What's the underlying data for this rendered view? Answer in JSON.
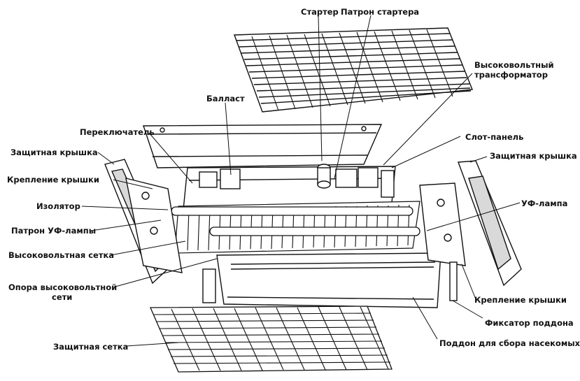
{
  "labels": {
    "starter": "Стартер",
    "starter_socket": "Патрон стартера",
    "hv_transformer_1": "Высоковольтный",
    "hv_transformer_2": "трансформатор",
    "ballast": "Балласт",
    "switch": "Переключатель",
    "slot_panel": "Слот-панель",
    "cover_left": "Защитная крышка",
    "cover_right": "Защитная крышка",
    "cover_mount_left": "Крепление крышки",
    "insulator": "Изолятор",
    "uv_lamp": "УФ-лампа",
    "uv_lamp_socket": "Патрон УФ-лампы",
    "hv_grid": "Высоковольтная сетка",
    "hv_grid_support_1": "Опора высоковольтной",
    "hv_grid_support_2": "сети",
    "cover_mount_right": "Крепление крышки",
    "tray_latch": "Фиксатор поддона",
    "protective_grid": "Защитная сетка",
    "insect_tray": "Поддон для сбора насекомых"
  },
  "colors": {
    "line": "#111111",
    "fill": "#ffffff",
    "shade": "#d9d9d9"
  }
}
